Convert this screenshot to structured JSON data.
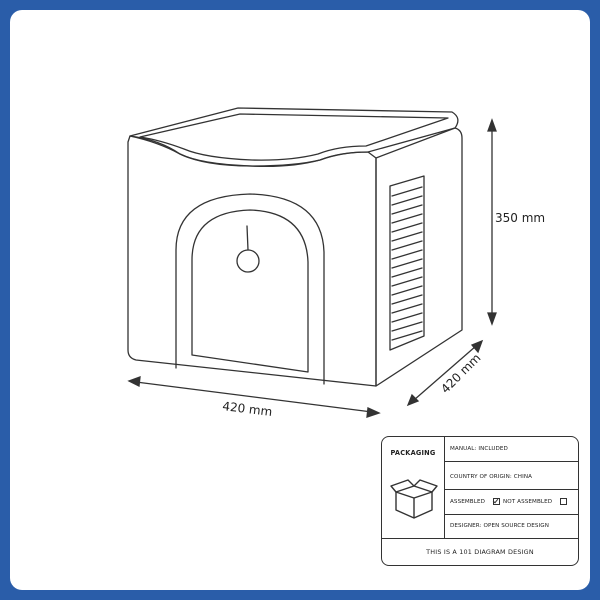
{
  "dimensions": {
    "height": "350 mm",
    "depth": "420 mm",
    "width": "420 mm"
  },
  "packaging": {
    "title": "PACKAGING",
    "manual": "MANUAL: INCLUDED",
    "origin": "COUNTRY OF ORIGIN: CHINA",
    "assembled_label": "ASSEMBLED",
    "assembled_checked": true,
    "not_assembled_label": "NOT ASSEMBLED",
    "not_assembled_checked": false,
    "designer": "DESIGNER: OPEN SOURCE DESIGN",
    "footer": "THIS IS A 101 DIAGRAM DESIGN"
  },
  "colors": {
    "frame": "#2a5da9",
    "stroke": "#333333",
    "background": "#ffffff"
  }
}
